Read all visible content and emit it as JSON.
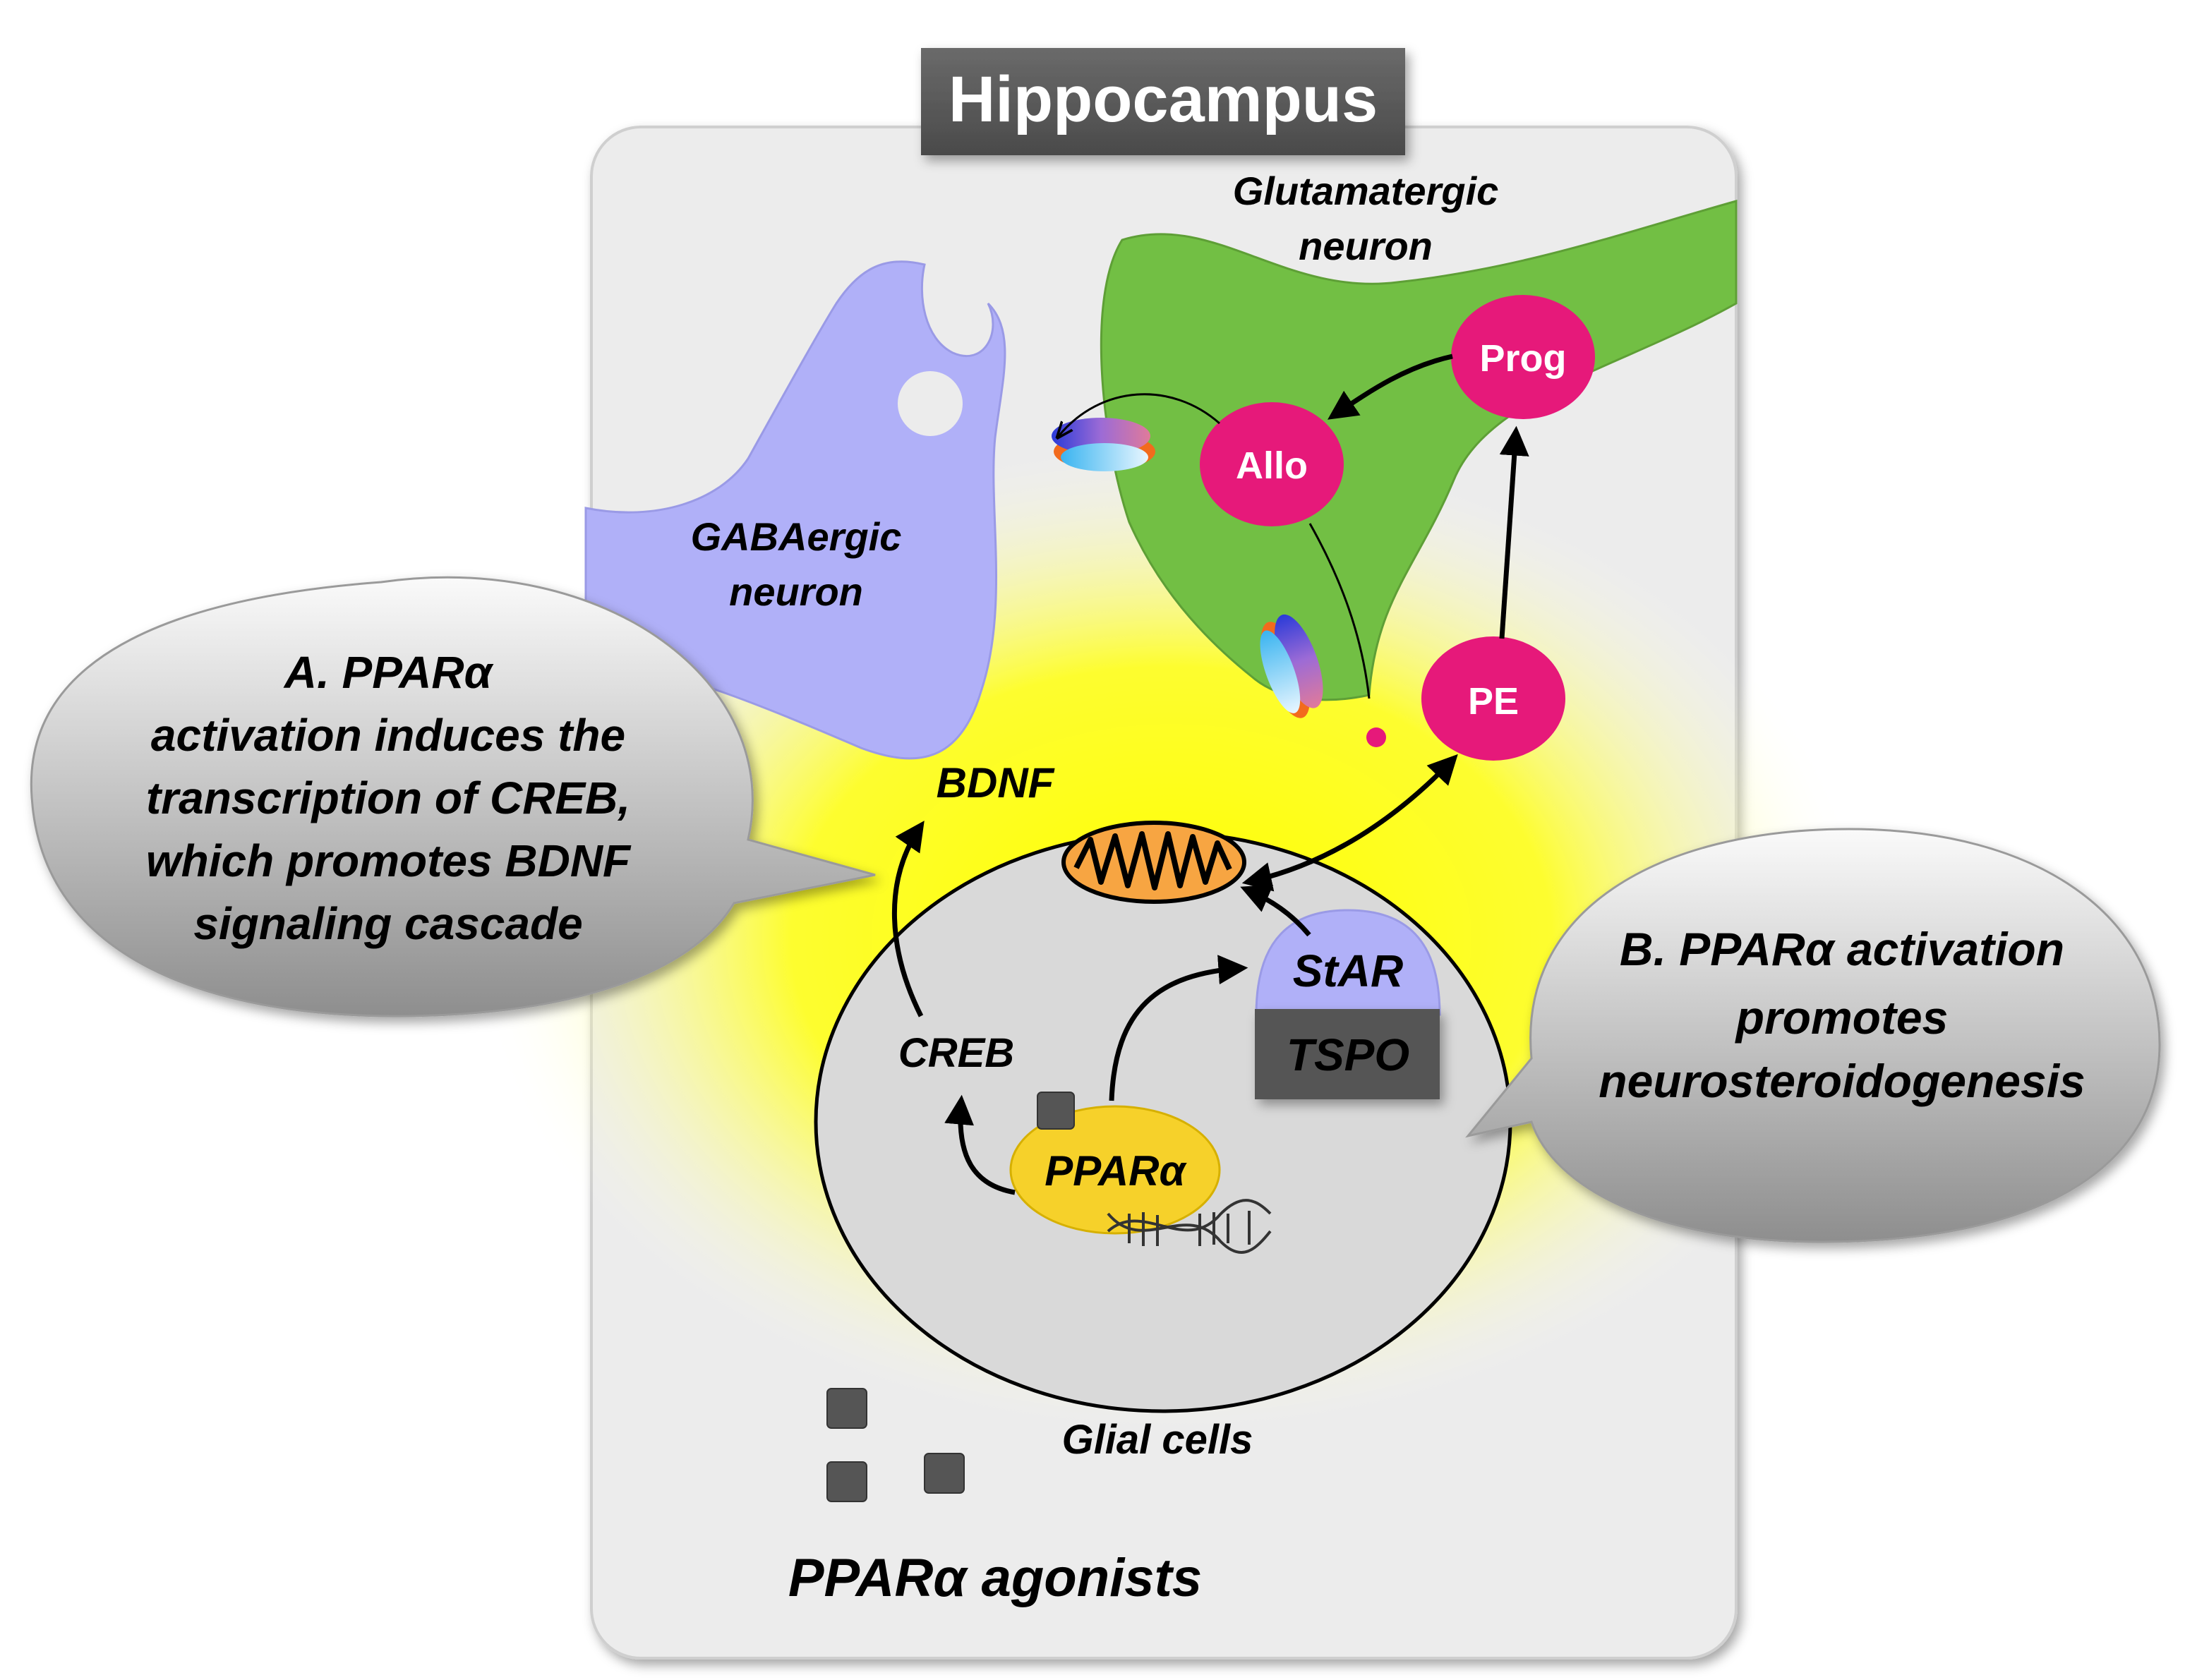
{
  "title": "Hippocampus",
  "labels": {
    "glutamatergic_line1": "Glutamatergic",
    "glutamatergic_line2": "neuron",
    "gabaergic_line1": "GABAergic",
    "gabaergic_line2": "neuron",
    "bdnf": "BDNF",
    "creb": "CREB",
    "ppara": "PPARα",
    "star": "StAR",
    "tspo": "TSPO",
    "glial_cells": "Glial cells",
    "agonists": "PPARα agonists"
  },
  "nodes": {
    "prog": "Prog",
    "allo": "Allo",
    "pe": "PE"
  },
  "callouts": {
    "a": {
      "lines": [
        "A. PPARα",
        "activation induces the",
        "transcription of CREB,",
        "which promotes BDNF",
        "signaling cascade"
      ]
    },
    "b": {
      "lines": [
        "B. PPARα activation",
        "promotes",
        "neurosteroidogenesis"
      ]
    }
  },
  "colors": {
    "panel": "#ececec",
    "glutamatergic": "#72bf44",
    "gabaergic": "#b0b0f8",
    "node": "#e6197a",
    "ppara": "#f6d12a",
    "star": "#b0b0f8",
    "tspo": "#555555",
    "title_box": "#5a5a5a",
    "glow": "#ffff00"
  }
}
